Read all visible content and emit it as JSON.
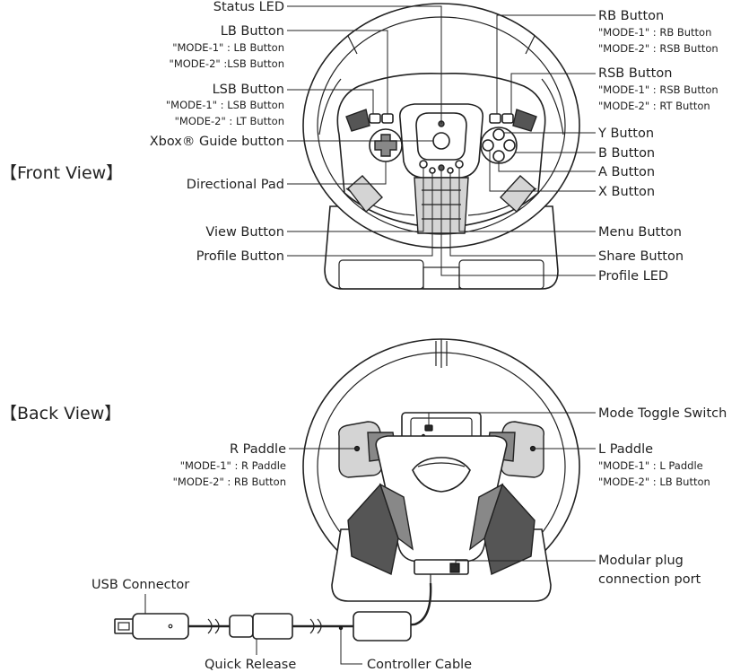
{
  "views": {
    "front": "【Front View】",
    "back": "【Back View】"
  },
  "front": {
    "status_led": "Status LED",
    "lb": {
      "title": "LB Button",
      "m1": "\"MODE-1\" : LB Button",
      "m2": "\"MODE-2\" :LSB Button"
    },
    "lsb": {
      "title": "LSB Button",
      "m1": "\"MODE-1\" : LSB Button",
      "m2": "\"MODE-2\" : LT Button"
    },
    "guide": "Xbox® Guide button",
    "dpad": "Directional Pad",
    "view": "View Button",
    "profile": "Profile Button",
    "rb": {
      "title": "RB Button",
      "m1": "\"MODE-1\" : RB Button",
      "m2": "\"MODE-2\" : RSB Button"
    },
    "rsb": {
      "title": "RSB Button",
      "m1": "\"MODE-1\" : RSB Button",
      "m2": "\"MODE-2\" : RT Button"
    },
    "y": "Y Button",
    "b": "B Button",
    "a": "A Button",
    "x": "X Button",
    "menu": "Menu Button",
    "share": "Share Button",
    "profile_led": "Profile LED"
  },
  "back": {
    "mode_toggle": "Mode Toggle Switch",
    "r_paddle": {
      "title": "R Paddle",
      "m1": "\"MODE-1\" : R Paddle",
      "m2": "\"MODE-2\" : RB Button"
    },
    "l_paddle": {
      "title": "L Paddle",
      "m1": "\"MODE-1\" : L Paddle",
      "m2": "\"MODE-2\" : LB Button"
    },
    "modular_port": {
      "line1": "Modular plug",
      "line2": "connection port"
    },
    "usb": "USB Connector",
    "quick_release": "Quick Release",
    "cable": "Controller Cable"
  }
}
